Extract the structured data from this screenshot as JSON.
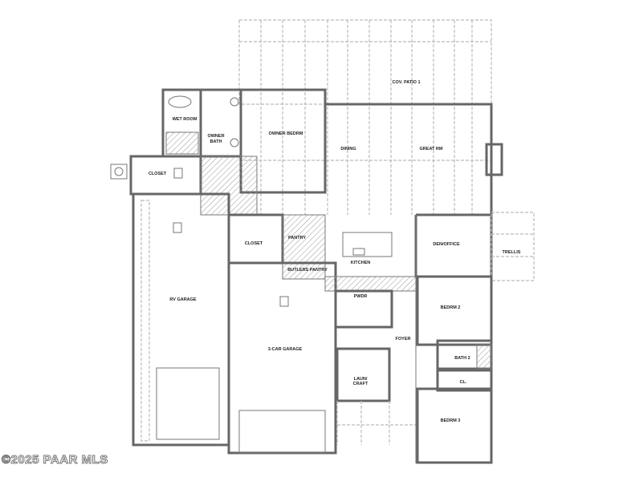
{
  "floor_plan": {
    "rooms": {
      "cov_patio": "COV. PATIO 1",
      "wet_room": "WET ROOM",
      "owner_bath": [
        "OWNER",
        "BATH"
      ],
      "owner_bedrm": "OWNER BEDRM",
      "dining": "DINING",
      "great_rm": "GREAT RM",
      "closet_1": "CLOSET",
      "closet_2": "CLOSET",
      "pantry": "PANTRY",
      "butlers_pantry": "BUTLERS PANTRY",
      "kitchen": "KITCHEN",
      "den_office": "DEN/OFFICE",
      "trellis": "TRELLIS",
      "rv_garage": "RV GARAGE",
      "three_car_garage": "3-CAR GARAGE",
      "pwdr": "PWDR",
      "foyer": "FOYER",
      "bedrm_2": "BEDRM 2",
      "bath_2": "BATH 2",
      "laun_craft": [
        "LAUN/",
        "CRAFT"
      ],
      "cl": "CL.",
      "bedrm_3": "BEDRM 3"
    }
  },
  "watermark": "©2025 PAAR MLS"
}
